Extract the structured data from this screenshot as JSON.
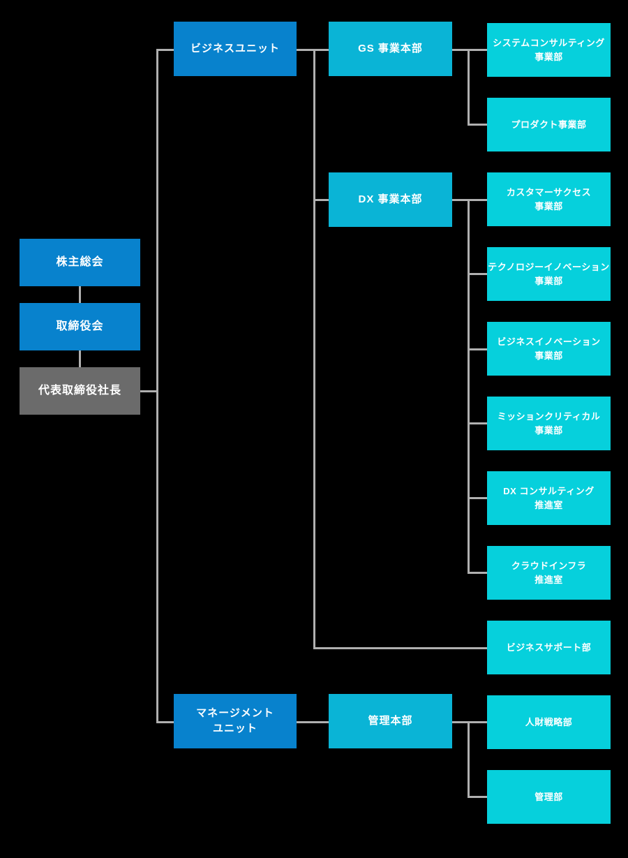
{
  "palette": {
    "blue": "#0882cd",
    "cyan": "#0ab4d6",
    "cyan_light": "#06d0dc",
    "gray": "#6b6b6b",
    "line": "#b0b0b0",
    "bg": "#000000",
    "text": "#ffffff"
  },
  "org": {
    "governance": [
      "株主総会",
      "取締役会",
      "代表取締役社長"
    ],
    "business_unit": {
      "label": "ビジネスユニット",
      "divisions": [
        {
          "label": "GS 事業本部",
          "departments": [
            "システムコンサルティング\n事業部",
            "プロダクト事業部"
          ]
        },
        {
          "label": "DX 事業本部",
          "departments": [
            "カスタマーサクセス\n事業部",
            "テクノロジーイノベーション\n事業部",
            "ビジネスイノベーション\n事業部",
            "ミッションクリティカル\n事業部",
            "DX コンサルティング\n推進室",
            "クラウドインフラ\n推進室"
          ]
        }
      ],
      "direct_departments": [
        "ビジネスサポート部"
      ]
    },
    "management_unit": {
      "label": "マネージメント\nユニット",
      "divisions": [
        {
          "label": "管理本部",
          "departments": [
            "人財戦略部",
            "管理部"
          ]
        }
      ]
    }
  }
}
